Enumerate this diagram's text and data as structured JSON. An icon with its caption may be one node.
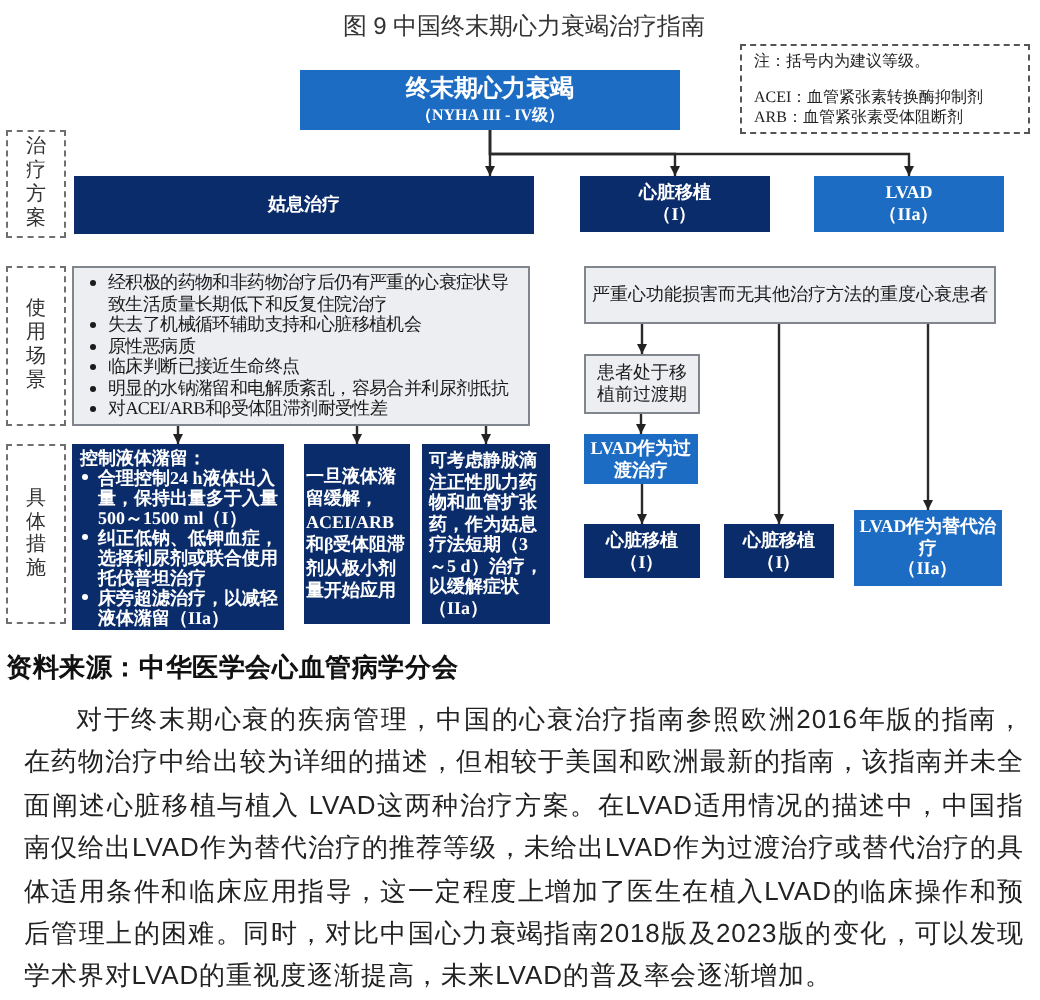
{
  "diagram": {
    "title": "图 9 中国终末期心力衰竭治疗指南",
    "nodes": [
      {
        "text": [
          "终末期心力衰竭",
          "（NYHA III - IV级）"
        ]
      },
      {
        "text": [
          "注：括号内为建议等级。",
          "ACEI：血管紧张素转换酶抑制剂",
          "ARB：血管紧张素受体阻断剂"
        ]
      },
      {
        "text": [
          "治疗方案"
        ]
      },
      {
        "text": [
          "姑息治疗"
        ]
      },
      {
        "text": [
          "心脏移植",
          "（I）"
        ]
      },
      {
        "text": [
          "LVAD",
          "（IIa）"
        ]
      },
      {
        "text": [
          "使用场景"
        ]
      },
      {
        "text": [
          "经积极的药物和非药物治疗后仍有严重的心衰症状导致生活质量长期低下和反复住院治疗",
          "失去了机械循环辅助支持和心脏移植机会",
          "原性恶病质",
          "临床判断已接近生命终点",
          "明显的水钠潴留和电解质紊乱，容易合并利尿剂抵抗",
          "对ACEI/ARB和β受体阻滞剂耐受性差"
        ]
      },
      {
        "text": [
          "严重心功能损害而无其他治疗方法的重度心衰患者"
        ]
      },
      {
        "text": [
          "患者处于移植前过渡期"
        ]
      },
      {
        "text": [
          "具体措施"
        ]
      },
      {
        "text": [
          "控制液体潴留：",
          "合理控制24 h液体出入量，保持出量多于入量500～1500 ml（I）",
          "纠正低钠、低钾血症，选择利尿剂或联合使用托伐普坦治疗",
          "床旁超滤治疗，以减轻液体潴留（IIa）"
        ]
      },
      {
        "text": [
          "一旦液体潴留缓解，ACEI/ARB和β受体阻滞剂从极小剂量开始应用"
        ]
      },
      {
        "text": [
          "可考虑静脉滴注正性肌力药物和血管扩张药，作为姑息疗法短期（3～5 d）治疗，以缓解症状（IIa）"
        ]
      },
      {
        "text": [
          "LVAD作为过渡治疗"
        ]
      },
      {
        "text": [
          "心脏移植",
          "（I）"
        ]
      },
      {
        "text": [
          "心脏移植",
          "（I）"
        ]
      },
      {
        "text": [
          "LVAD作为替代治疗",
          "（IIa）"
        ]
      }
    ],
    "edges": [
      {
        "from": 0,
        "to": 3,
        "arrow": "to"
      },
      {
        "from": 0,
        "to": 4,
        "arrow": "to"
      },
      {
        "from": 0,
        "to": 5,
        "arrow": "to"
      },
      {
        "from": 7,
        "to": 11,
        "arrow": "to"
      },
      {
        "from": 7,
        "to": 12,
        "arrow": "to"
      },
      {
        "from": 7,
        "to": 13,
        "arrow": "to"
      },
      {
        "from": 8,
        "to": 9,
        "arrow": "to"
      },
      {
        "from": 9,
        "to": 14,
        "arrow": "to"
      },
      {
        "from": 14,
        "to": 15,
        "arrow": "to"
      },
      {
        "from": 8,
        "to": 16,
        "arrow": "to"
      },
      {
        "from": 8,
        "to": 17,
        "arrow": "to"
      }
    ],
    "labels": [
      "资料来源：中华医学会心血管病学分会",
      "对于终末期心衰的疾病管理，中国的心衰治疗指南参照欧洲2016年版的指南，在药物治疗中给出较为详细的描述，但相较于美国和欧洲最新的指南，该指南并未全面阐述心脏移植与植入 LVAD这两种治疗方案。在LVAD适用情况的描述中，中国指南仅给出LVAD作为替代治疗的推荐等级，未给出LVAD作为过渡治疗或替代治疗的具体适用条件和临床应用指导，这一定程度上增加了医生在植入LVAD的临床操作和预后管理上的困难。同时，对比中国心力衰竭指南2018版及2023版的变化，可以发现学术界对LVAD的重视度逐渐提高，未来LVAD的普及率会逐渐增加。"
    ]
  }
}
